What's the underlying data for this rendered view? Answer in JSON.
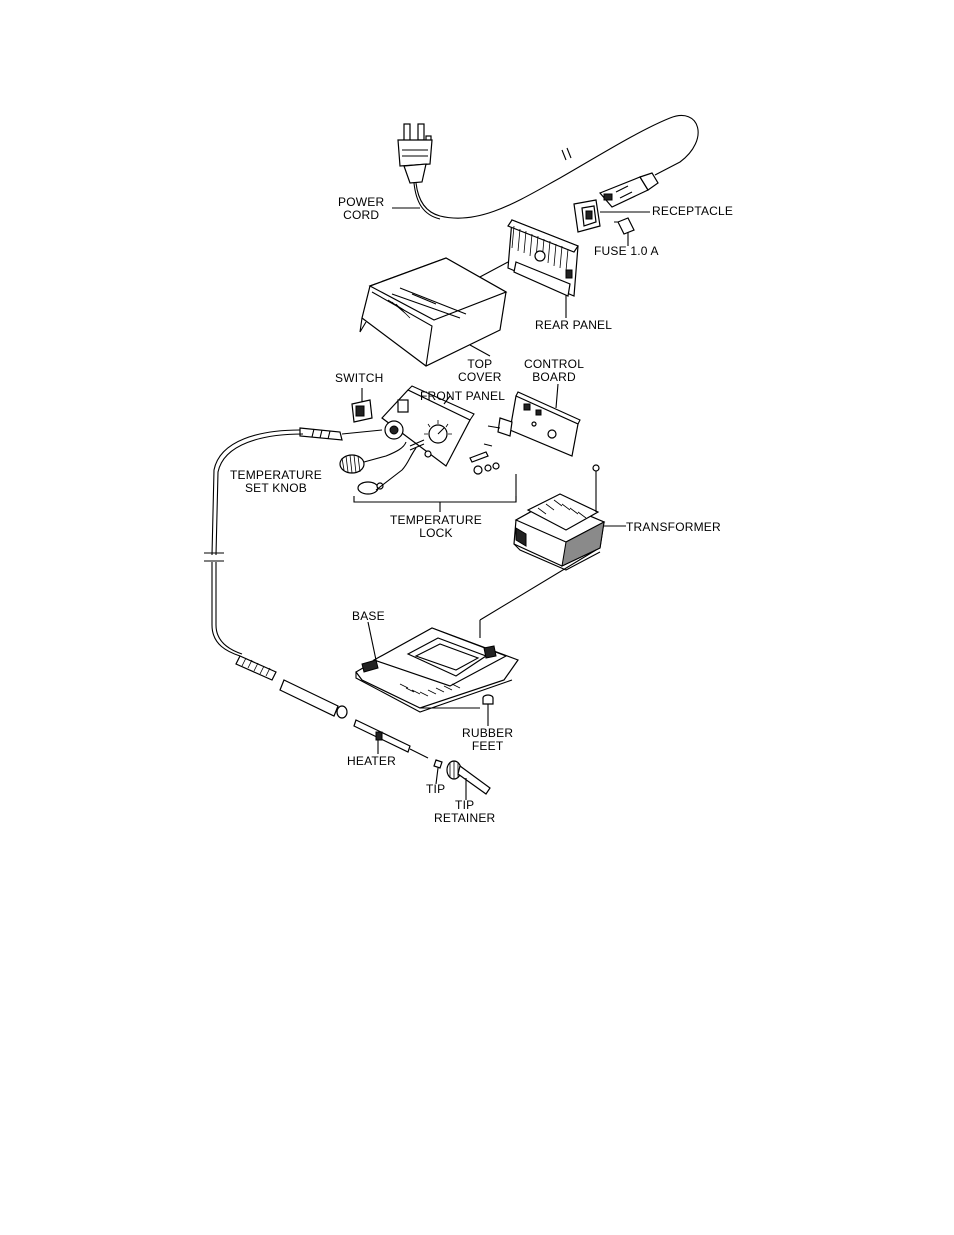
{
  "diagram": {
    "labels": {
      "power_cord": [
        "POWER",
        "CORD"
      ],
      "receptacle": "RECEPTACLE",
      "fuse": "FUSE 1.0 A",
      "rear_panel": "REAR PANEL",
      "top_cover": [
        "TOP",
        "COVER"
      ],
      "control_board": [
        "CONTROL",
        "BOARD"
      ],
      "switch": "SWITCH",
      "front_panel": "FRONT PANEL",
      "temperature_set_knob": [
        "TEMPERATURE",
        "SET KNOB"
      ],
      "temperature_lock": [
        "TEMPERATURE",
        "LOCK"
      ],
      "transformer": "TRANSFORMER",
      "base": "BASE",
      "rubber_feet": [
        "RUBBER",
        "FEET"
      ],
      "heater": "HEATER",
      "tip": "TIP",
      "tip_retainer": [
        "TIP",
        "RETAINER"
      ]
    }
  }
}
